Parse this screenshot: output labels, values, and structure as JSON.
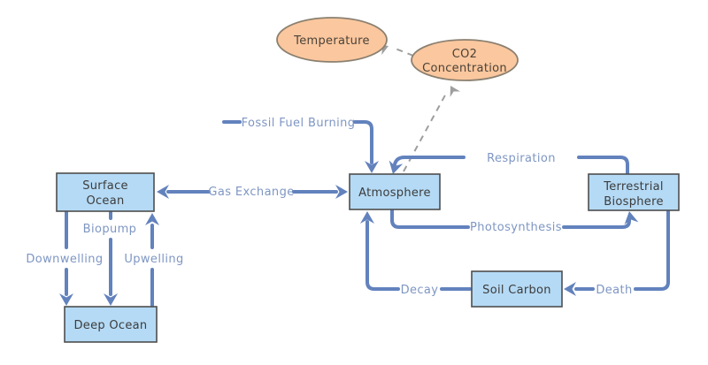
{
  "nodes": {
    "temperature": {
      "label": "Temperature"
    },
    "co2_concentration": {
      "line1": "CO2",
      "line2": "Concentration"
    },
    "surface_ocean": {
      "line1": "Surface",
      "line2": "Ocean"
    },
    "deep_ocean": {
      "label": "Deep Ocean"
    },
    "atmosphere": {
      "label": "Atmosphere"
    },
    "terrestrial_biosphere": {
      "line1": "Terrestrial",
      "line2": "Biosphere"
    },
    "soil_carbon": {
      "label": "Soil Carbon"
    }
  },
  "flows": {
    "fossil_fuel_burning": {
      "label": "Fossil Fuel Burning"
    },
    "gas_exchange": {
      "label": "Gas Exchange"
    },
    "downwelling": {
      "label": "Downwelling"
    },
    "biopump": {
      "label": "Biopump"
    },
    "upwelling": {
      "label": "Upwelling"
    },
    "respiration": {
      "label": "Respiration"
    },
    "photosynthesis": {
      "label": "Photosynthesis"
    },
    "decay": {
      "label": "Decay"
    },
    "death": {
      "label": "Death"
    }
  },
  "links": {
    "atmosphere_to_co2": {
      "from": "Atmosphere",
      "to": "CO2 Concentration"
    },
    "co2_to_temperature": {
      "from": "CO2 Concentration",
      "to": "Temperature"
    }
  },
  "colors": {
    "flow_line": "#6282BD",
    "flow_label": "#7E96C3",
    "box_fill": "#B5DAF5",
    "box_border": "#4E4E4E",
    "box_text": "#3C3C3C",
    "ellipse_fill": "#FBC79E",
    "ellipse_border": "#8B8070",
    "ellipse_text": "#4A4238",
    "dashed_line": "#9E9E9E",
    "background": "#FFFFFF"
  }
}
